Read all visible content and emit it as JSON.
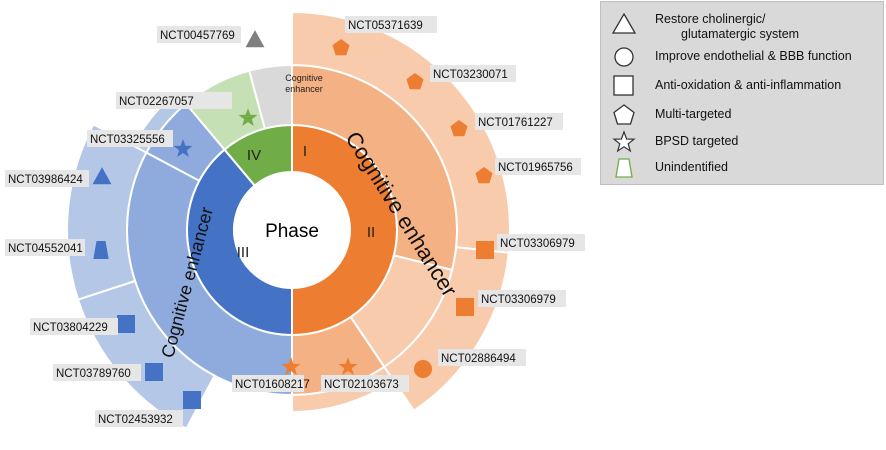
{
  "center_label": "Phase",
  "phases": [
    {
      "id": "I",
      "label": "I",
      "outer_label": "Cognitive enhancer"
    },
    {
      "id": "II",
      "label": "II",
      "outer_label": "Cognitive enhancer"
    },
    {
      "id": "III",
      "label": "III",
      "outer_label": "Cognitive enhancer"
    },
    {
      "id": "IV",
      "label": "IV",
      "outer_label": ""
    }
  ],
  "colors": {
    "phase_I": "#a6a6a6",
    "phase_I_light": "#d9d9d9",
    "phase_II": "#ed7d31",
    "phase_II_light": "#f8cbad",
    "phase_II_mid": "#f4b183",
    "phase_III": "#4472c4",
    "phase_III_light": "#b4c7e7",
    "phase_III_mid": "#8faadc",
    "phase_IV": "#70ad47",
    "phase_IV_light": "#c5e0b4",
    "label_bg": "#e7e6e6"
  },
  "legend": [
    {
      "icon": "triangle-icon",
      "line1": "Restore cholinergic/",
      "line2": "glutamatergic system"
    },
    {
      "icon": "circle-icon",
      "line1": "Improve endothelial & BBB function",
      "line2": ""
    },
    {
      "icon": "square-icon",
      "line1": "Anti-oxidation & anti-inflammation",
      "line2": ""
    },
    {
      "icon": "pentagon-icon",
      "line1": "Multi-targeted",
      "line2": ""
    },
    {
      "icon": "star-icon",
      "line1": "BPSD targeted",
      "line2": ""
    },
    {
      "icon": "trapezoid-icon",
      "line1": "Unindentified",
      "line2": ""
    }
  ],
  "trials": [
    {
      "id": "NCT00457769",
      "phase": "I",
      "icon": "triangle-icon"
    },
    {
      "id": "NCT02267057",
      "phase": "IV",
      "icon": "star-icon"
    },
    {
      "id": "NCT03325556",
      "phase": "III",
      "icon": "star-icon"
    },
    {
      "id": "NCT03986424",
      "phase": "III",
      "icon": "triangle-icon"
    },
    {
      "id": "NCT04552041",
      "phase": "III",
      "icon": "trapezoid-icon"
    },
    {
      "id": "NCT03804229",
      "phase": "III",
      "icon": "square-icon"
    },
    {
      "id": "NCT03789760",
      "phase": "III",
      "icon": "square-icon"
    },
    {
      "id": "NCT02453932",
      "phase": "III",
      "icon": "square-icon"
    },
    {
      "id": "NCT01608217",
      "phase": "II",
      "icon": "star-icon"
    },
    {
      "id": "NCT02103673",
      "phase": "II",
      "icon": "star-icon"
    },
    {
      "id": "NCT05371639",
      "phase": "II",
      "icon": "pentagon-icon"
    },
    {
      "id": "NCT03230071",
      "phase": "II",
      "icon": "pentagon-icon"
    },
    {
      "id": "NCT01761227",
      "phase": "II",
      "icon": "pentagon-icon"
    },
    {
      "id": "NCT01965756",
      "phase": "II",
      "icon": "pentagon-icon"
    },
    {
      "id": "NCT03306979",
      "phase": "II",
      "icon": "square-icon"
    },
    {
      "id": "NCT03306979b",
      "label": "NCT03306979",
      "phase": "II",
      "icon": "square-icon"
    },
    {
      "id": "NCT02886494",
      "phase": "II",
      "icon": "circle-icon"
    }
  ]
}
